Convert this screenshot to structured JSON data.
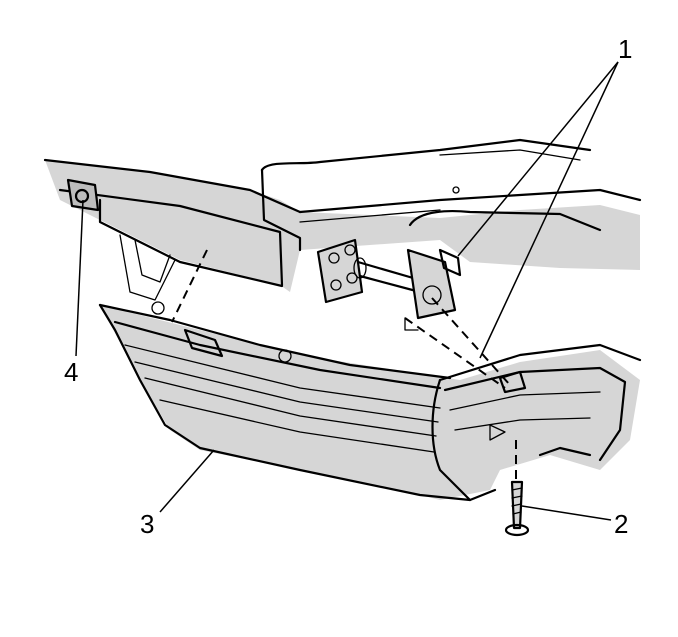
{
  "callouts": [
    {
      "id": "1",
      "label": "1"
    },
    {
      "id": "2",
      "label": "2"
    },
    {
      "id": "3",
      "label": "3"
    },
    {
      "id": "4",
      "label": "4"
    }
  ],
  "colors": {
    "line": "#000000",
    "shade": "#d6d6d6",
    "background": "#ffffff"
  }
}
